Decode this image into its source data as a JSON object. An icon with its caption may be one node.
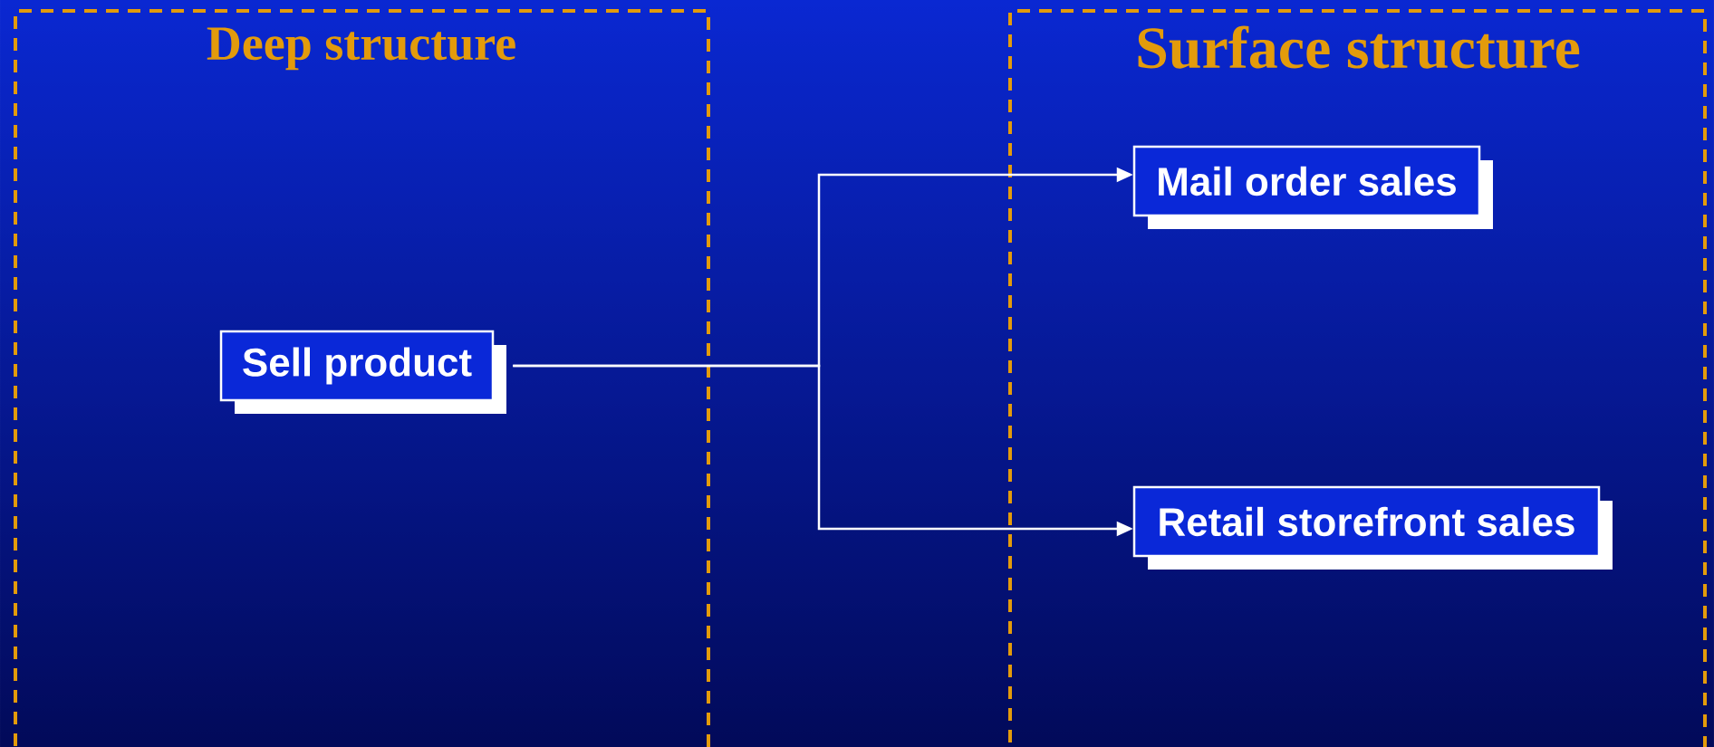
{
  "diagram": {
    "nodes": [
      {
        "text": [
          "Deep structure"
        ]
      },
      {
        "text": [
          "Sell product"
        ],
        "in": 0
      },
      {
        "text": [
          "Surface structure"
        ]
      },
      {
        "text": [
          "Mail order sales"
        ],
        "in": 2
      },
      {
        "text": [
          "Retail storefront sales"
        ],
        "in": 2
      }
    ],
    "edges": [
      {
        "from": 1,
        "to": 3,
        "arrow": "to"
      },
      {
        "from": 1,
        "to": 4,
        "arrow": "to"
      }
    ]
  }
}
